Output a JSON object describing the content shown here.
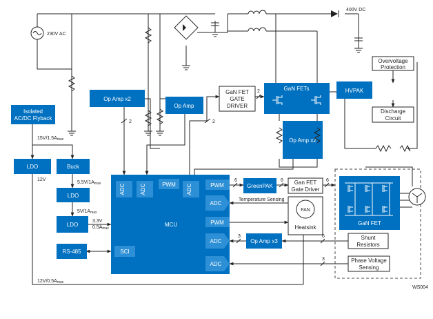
{
  "labels": {
    "ac_source": "230V AC",
    "dc_bus": "400V DC",
    "flyback": [
      "Isolated",
      "AC/DC Flyback"
    ],
    "flyback_out_main": "15V/1.5A",
    "flyback_out_sub": "max",
    "ldo1": "LDO",
    "buck": "Buck",
    "ldo1_out": "12V",
    "buck_out_main": "5.5V/1A",
    "buck_out_sub": "max",
    "ldo2": "LDO",
    "ldo2_out_main": "5V/1A",
    "ldo2_out_sub": "max",
    "ldo3": "LDO",
    "ldo3_out_v": "3.3V",
    "ldo3_out_i_main": "0.5A",
    "ldo3_out_i_sub": "max",
    "rs485": "RS-485",
    "sci": "SCI",
    "opamp_x2_top": "Op Amp x2",
    "opamp_mid": "Op Amp",
    "gan_driver": [
      "GaN FET",
      "GATE",
      "DRIVER"
    ],
    "gan_fets": "GaN FETs",
    "opamp_x2_pfc": "Op Amp x2",
    "hvpak": "HVPAK",
    "ov_protection": [
      "Overvoltage",
      "Protection"
    ],
    "discharge": [
      "Discharge",
      "Circuit"
    ],
    "mcu": "MCU",
    "adc": "ADC",
    "pwm": "PWM",
    "greenpak": "GreenPAK",
    "inv_gate_driver": [
      "Gan FET",
      "Gate Driver"
    ],
    "temp_sensing": "Temperature Sensing",
    "fan": "FAN",
    "heatsink": "Heatsink",
    "opamp_x3": "Op Amp x3",
    "shunt": [
      "Shunt",
      "Resistors"
    ],
    "phase_sensing": [
      "Phase Voltage",
      "Sensing"
    ],
    "inverter": "GaN FET",
    "aux_main": "12V/0.5A",
    "aux_sub": "max",
    "figure_id": "WS004",
    "bus_2": "2",
    "bus_3": "3",
    "bus_6": "6"
  },
  "colors": {
    "block_blue": "#0070c0",
    "block_blue_dark": "#005da3",
    "block_blue_mid": "#2d8fd5",
    "wire": "#222222"
  }
}
